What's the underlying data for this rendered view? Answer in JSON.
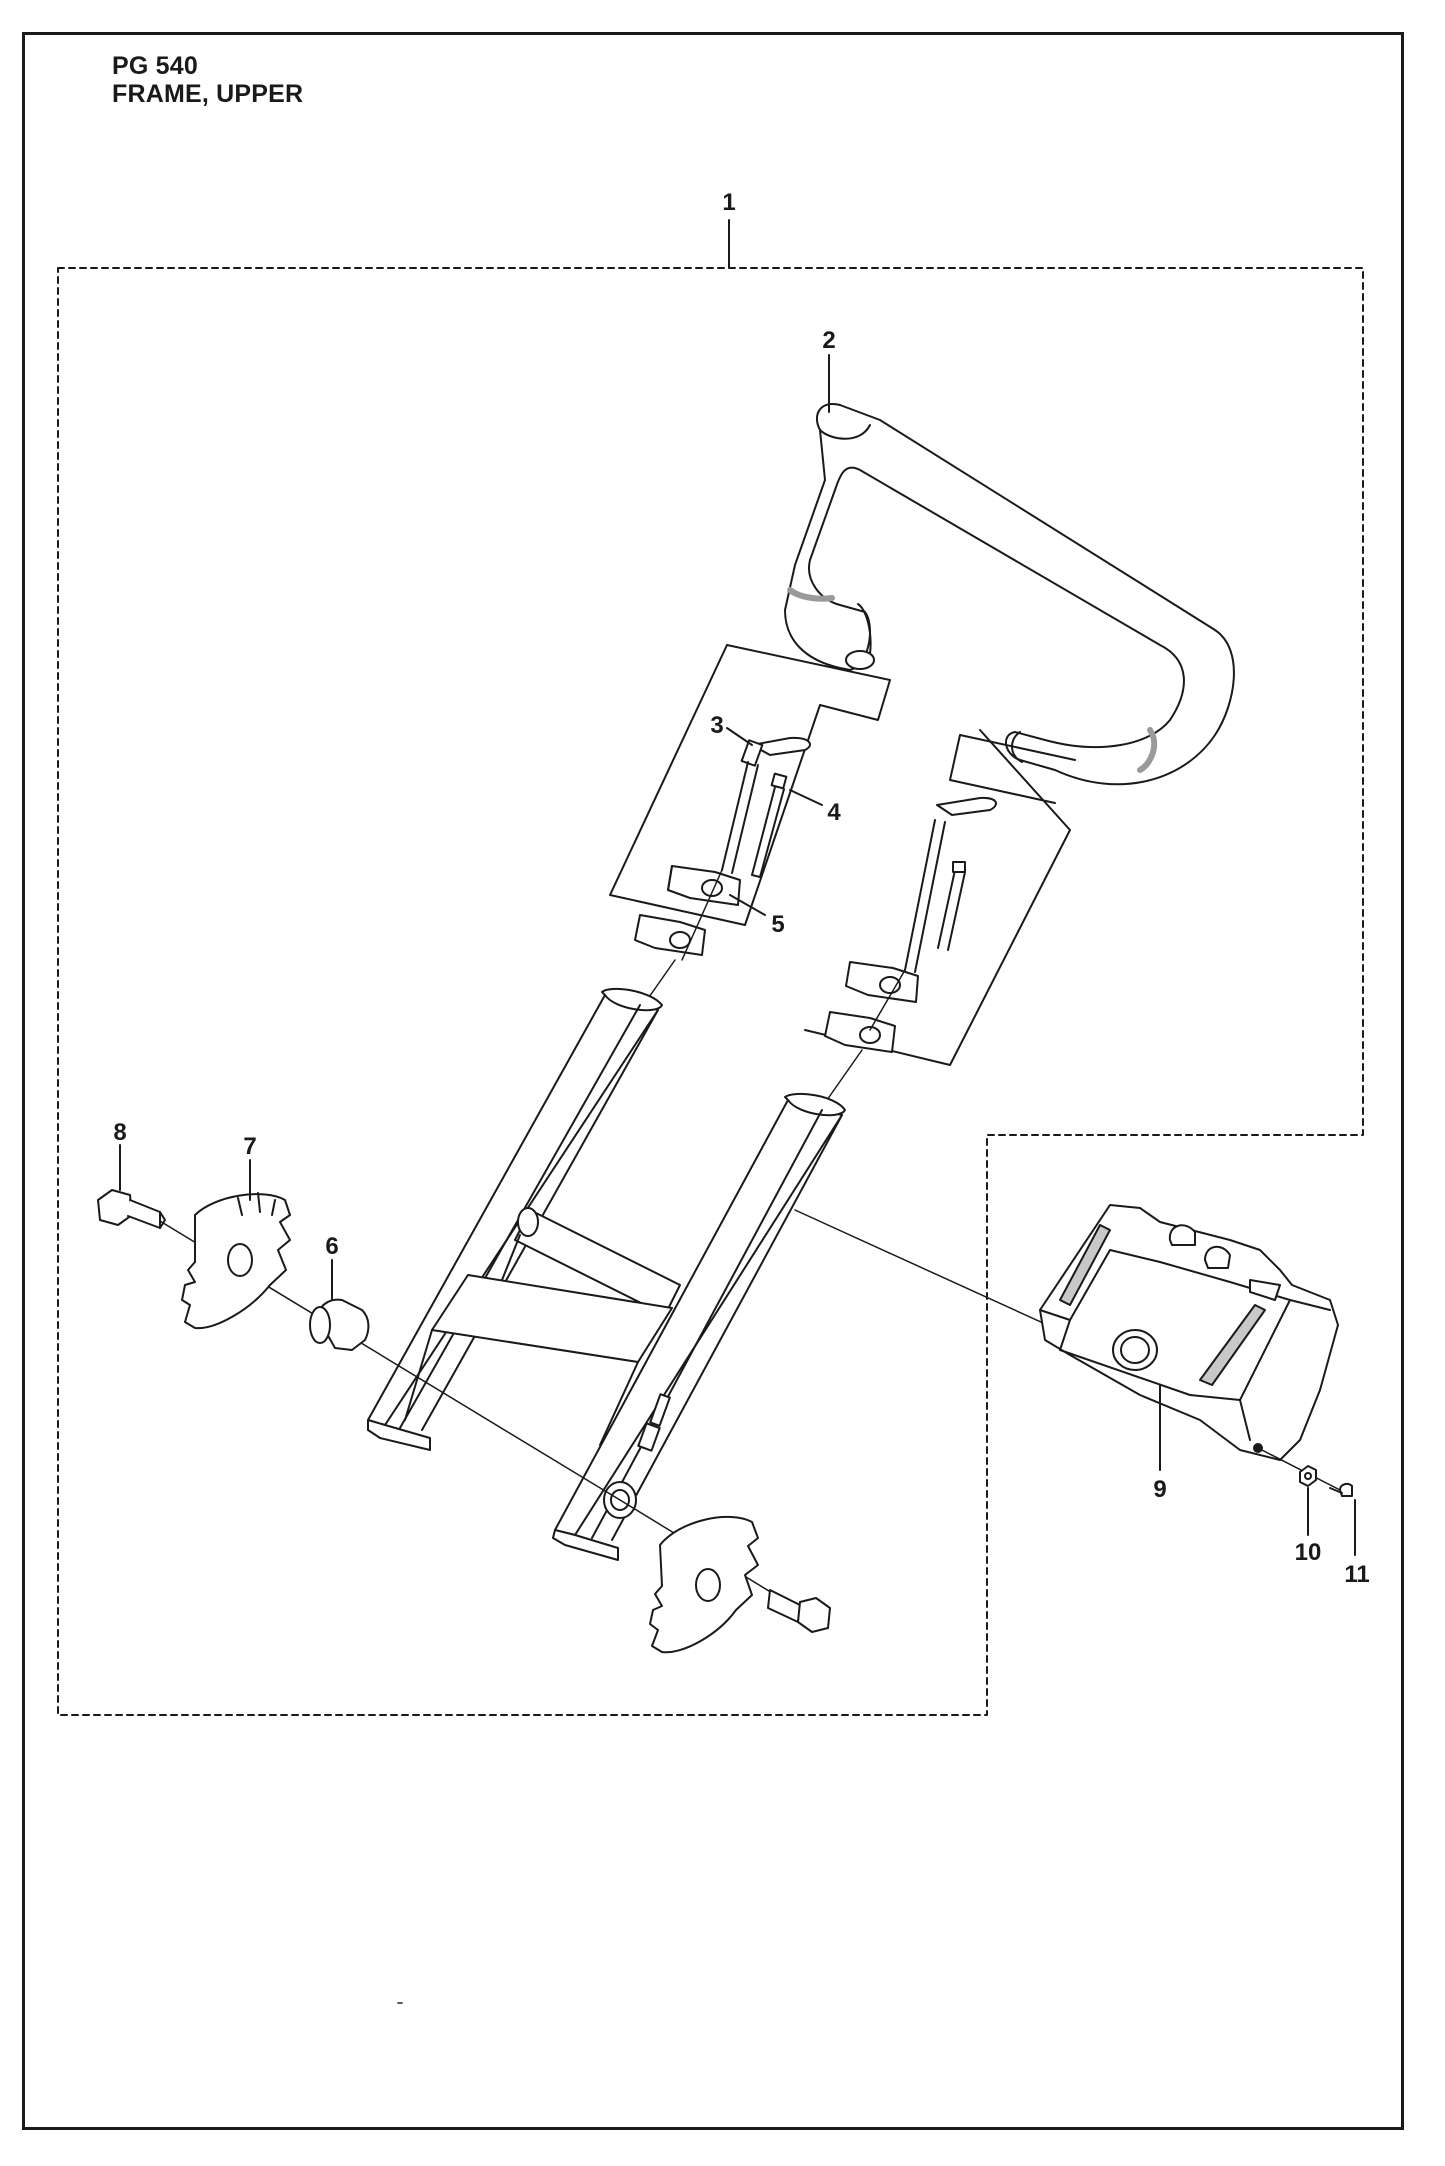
{
  "header": {
    "model": "PG 540",
    "section": "FRAME, UPPER"
  },
  "callouts": {
    "c1": "1",
    "c2": "2",
    "c3": "3",
    "c4": "4",
    "c5": "5",
    "c6": "6",
    "c7": "7",
    "c8": "8",
    "c9": "9",
    "c10": "10",
    "c11": "11"
  },
  "colors": {
    "line": "#1a1a1a",
    "shade": "#c8c8c8",
    "paper": "#ffffff"
  }
}
